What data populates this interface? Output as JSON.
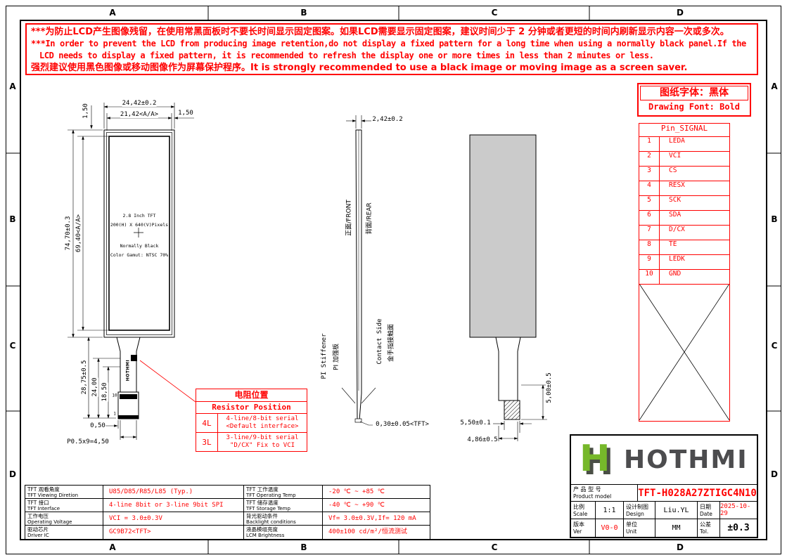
{
  "frame": {
    "cols": [
      "A",
      "B",
      "C",
      "D"
    ],
    "rows": [
      "A",
      "B",
      "C",
      "D"
    ]
  },
  "warning": {
    "lines": [
      "***为防止LCD产生图像残留，在使用常黑面板时不要长时间显示固定图案。如果LCD需要显示固定图案，建议时间少于 2 分钟或者更短的时间内刷新显示内容一次或多次。",
      "***In order to prevent the LCD from producing image retention,do not display a fixed pattern for a long time when using a normally black panel.If the",
      "LCD needs to display a fixed pattern, it is recommended to refresh the display one or more times in less than 2 minutes or less.",
      "强烈建议使用黑色图像或移动图像作为屏幕保护程序。It is strongly recommended to use a black image or moving image as a screen saver."
    ]
  },
  "font_note": {
    "zh": "图纸字体：黑体",
    "en": "Drawing Font: Bold"
  },
  "pin_table": {
    "title": "Pin_SIGNAL",
    "pins": [
      {
        "no": "1",
        "signal": "LEDA"
      },
      {
        "no": "2",
        "signal": "VCI"
      },
      {
        "no": "3",
        "signal": "CS"
      },
      {
        "no": "4",
        "signal": "RESX"
      },
      {
        "no": "5",
        "signal": "SCK"
      },
      {
        "no": "6",
        "signal": "SDA"
      },
      {
        "no": "7",
        "signal": "D/CX"
      },
      {
        "no": "8",
        "signal": "TE"
      },
      {
        "no": "9",
        "signal": "LEDK"
      },
      {
        "no": "10",
        "signal": "GND"
      }
    ]
  },
  "front_view": {
    "dim_width_outer": "24,42±0.2",
    "dim_width_aa": "21,42<A/A>",
    "dim_top_right": "1,50",
    "dim_top_left": "1,50",
    "dim_height_outer": "74,70±0.3",
    "dim_height_aa": "69,40<A/A>",
    "dim_fpc_total": "28,75±0.5",
    "dim_fpc_mid": "24,00",
    "dim_fpc_low": "18,50",
    "dim_connector_edge": "0,50",
    "dim_pin_pitch": "P0.5x9=4,50",
    "aa_lines": [
      "2.8 Inch TFT",
      "200(H) X 640(V)Pixels",
      "Normally Black",
      "Color Gamut: NTSC 70%"
    ],
    "fpc_brand": "HOTHMI",
    "pin_no_10": "10",
    "pin_no_1": "1"
  },
  "side_view": {
    "dim_thickness": "2,42±0.2",
    "front_label": "正面/FRONT",
    "rear_label": "背面/REAR",
    "pi_stiffener_en": "PI Stiffener",
    "pi_stiffener_zh": "PI 加强板",
    "contact_side_en": "Contact Side",
    "contact_side_zh": "金手指接触面",
    "dim_tft_thickness": "0,30±0.05<TFT>"
  },
  "rear_view": {
    "dim_finger_width": "5,50±0.1",
    "dim_tail_width": "4,86±0.5",
    "dim_connector_height": "5,00±0.5"
  },
  "resistor_table": {
    "title_zh": "电阻位置",
    "title_en": "Resistor Position",
    "rows": [
      {
        "key": "4L",
        "line1": "4-line/8-bit serial",
        "line2": "<Default interface>"
      },
      {
        "key": "3L",
        "line1": "3-line/9-bit serial",
        "line2": "\"D/CX\" Fix to VCI"
      }
    ]
  },
  "spec_table": {
    "rows": [
      {
        "l1_zh": "TFT 观看角度",
        "l1_en": "TFT Viewing Diretion",
        "v1": "U85/D85/R85/L85 (Typ.)",
        "l2_zh": "TFT 工作温度",
        "l2_en": "TFT Operating Temp",
        "v2": "-20 ℃ ~ +85 ℃"
      },
      {
        "l1_zh": "TFT 接口",
        "l1_en": "TFT Interface",
        "v1": "4-line 8bit or 3-line 9bit SPI",
        "l2_zh": "TFT 储存温度",
        "l2_en": "TFT Storage Temp",
        "v2": "-40 ℃ ~ +90 ℃"
      },
      {
        "l1_zh": "工作电压",
        "l1_en": "Operating Voltage",
        "v1": "VCI = 3.0±0.3V",
        "l2_zh": "背光驱动条件",
        "l2_en": "Backlight conditions",
        "v2": "Vf= 3.0±0.3V,If= 120 mA"
      },
      {
        "l1_zh": "驱动芯片",
        "l1_en": "Driver IC",
        "v1": "GC9B72<TFT>",
        "l2_zh": "液晶模组亮度",
        "l2_en": "LCM Brightness",
        "v2": "400±100 cd/m²/恒流测试"
      }
    ]
  },
  "title_block": {
    "logo_text": "HOTHMI",
    "model_zh": "产 品 型 号",
    "model_en": "Product model",
    "model_value": "TFT-H028A27ZTIGC4N10",
    "scale_zh": "比例",
    "scale_en": "Scale",
    "scale_value": "1:1",
    "design_zh": "设计制图",
    "design_en": "Design",
    "design_value": "Liu.YL",
    "date_zh": "日期",
    "date_en": "Date",
    "date_value": "2025-10-29",
    "ver_zh": "版本",
    "ver_en": "Ver",
    "ver_value": "V0-0",
    "unit_zh": "单位",
    "unit_en": "Unit",
    "unit_value": "MM",
    "tol_zh": "公差",
    "tol_en": "Tol.",
    "tol_value": "±0.3"
  }
}
